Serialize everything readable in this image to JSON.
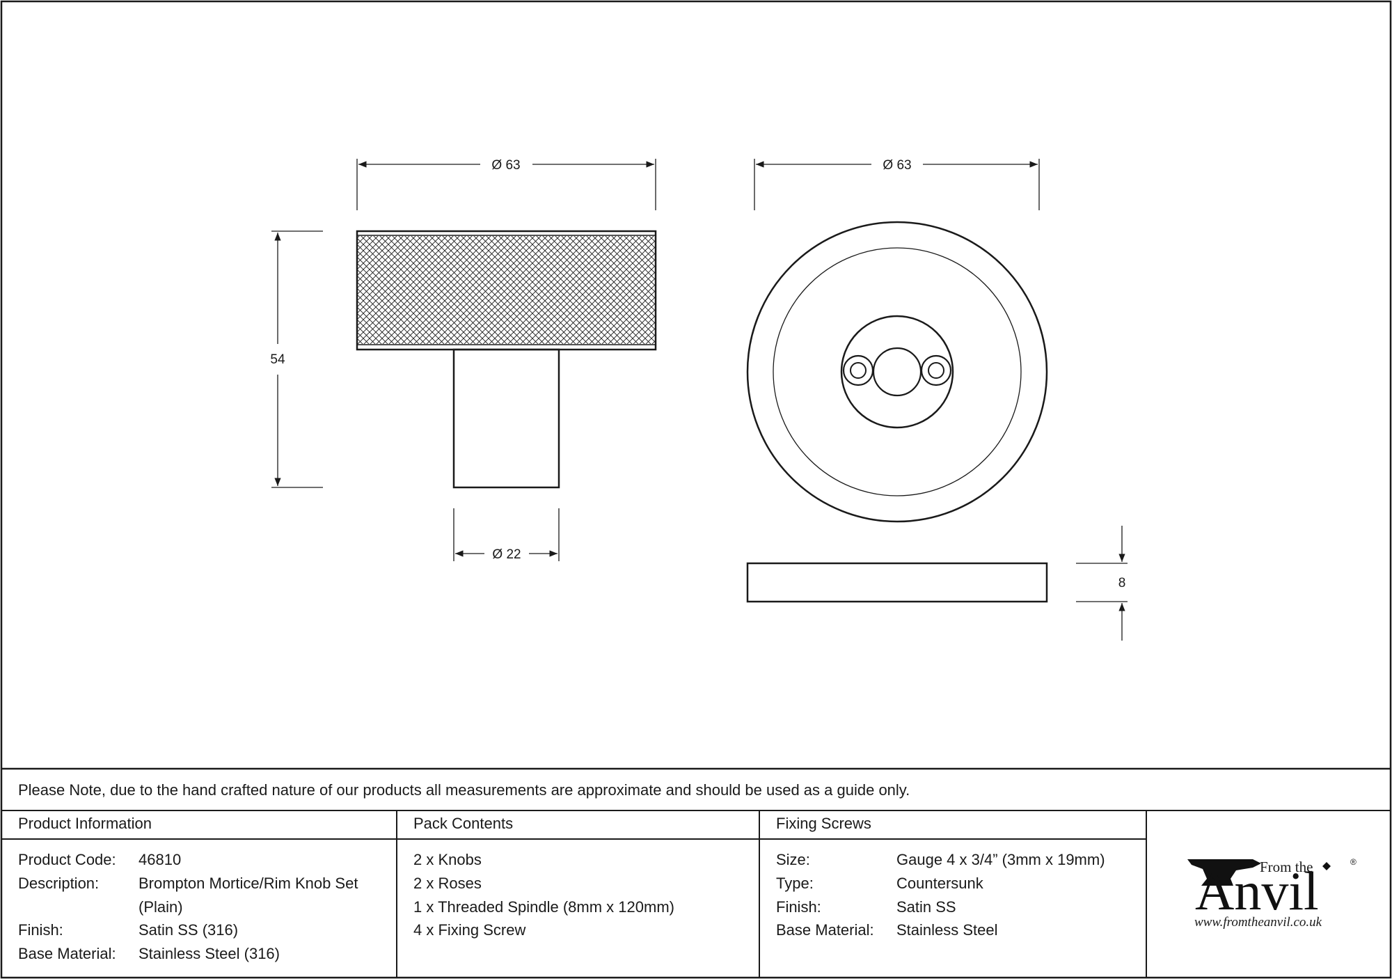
{
  "drawing": {
    "knob_diameter_top": "Ø 63",
    "knob_height": "54",
    "spindle_diameter": "Ø 22",
    "rose_diameter": "Ø 63",
    "rose_thickness": "8"
  },
  "note": "Please Note, due to the hand crafted nature of our products all measurements are approximate and should be used as a guide only.",
  "product_information": {
    "heading": "Product Information",
    "rows": [
      {
        "label": "Product Code:",
        "value": "46810"
      },
      {
        "label": "Description:",
        "value": "Brompton Mortice/Rim Knob Set",
        "value2": "(Plain)"
      },
      {
        "label": "Finish:",
        "value": "Satin SS (316)"
      },
      {
        "label": "Base Material:",
        "value": "Stainless Steel (316)"
      }
    ]
  },
  "pack_contents": {
    "heading": "Pack Contents",
    "items": [
      "2 x Knobs",
      "2 x Roses",
      "1 x Threaded Spindle (8mm x 120mm)",
      "4 x Fixing Screw"
    ]
  },
  "fixing_screws": {
    "heading": "Fixing Screws",
    "rows": [
      {
        "label": "Size:",
        "value": "Gauge 4 x 3/4” (3mm x 19mm)"
      },
      {
        "label": "Type:",
        "value": "Countersunk"
      },
      {
        "label": "Finish:",
        "value": "Satin SS"
      },
      {
        "label": "Base Material:",
        "value": "Stainless Steel"
      }
    ]
  },
  "logo": {
    "from_the": "From the",
    "anvil": "Anvil",
    "registered": "®",
    "url": "www.fromtheanvil.co.uk"
  },
  "colors": {
    "line": "#1a1a1a",
    "background": "#ffffff"
  }
}
